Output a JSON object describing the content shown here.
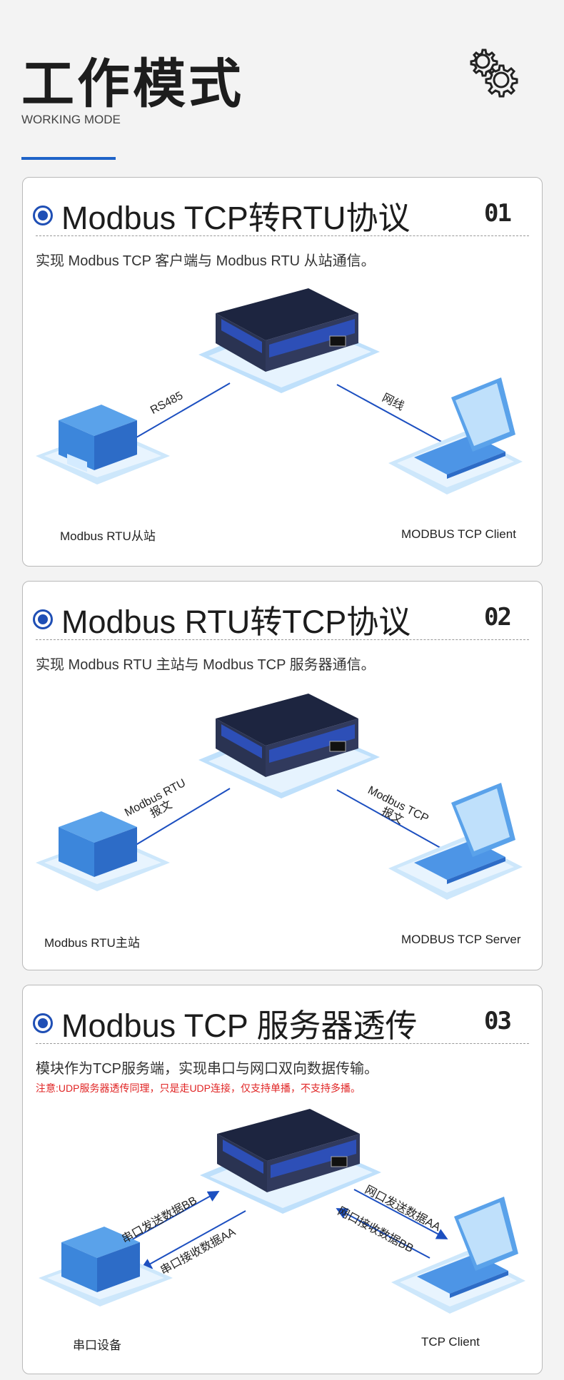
{
  "header": {
    "title": "工作模式",
    "subtitle": "WORKING MODE",
    "icon": "gears-icon"
  },
  "colors": {
    "accent": "#1e63c8",
    "bullet": "#1f4fb5",
    "note": "#e02424",
    "link": "#1c4fc0"
  },
  "modes": [
    {
      "title": "Modbus TCP转RTU协议",
      "number": "01",
      "description": "实现 Modbus TCP 客户端与 Modbus  RTU 从站通信。",
      "left_label": "Modbus RTU从站",
      "right_label": "MODBUS TCP Client",
      "left_link": "RS485",
      "right_link": "网线"
    },
    {
      "title": "Modbus RTU转TCP协议",
      "number": "02",
      "description": "实现 Modbus RTU 主站与 Modbus  TCP 服务器通信。",
      "left_label": "Modbus RTU主站",
      "right_label": "MODBUS TCP Server",
      "left_link_1": "Modbus RTU",
      "left_link_2": "报文",
      "right_link_1": "Modbus TCP",
      "right_link_2": "报文"
    },
    {
      "title": "Modbus TCP 服务器透传",
      "number": "03",
      "description": "模块作为TCP服务端，实现串口与网口双向数据传输。",
      "note": "注意:UDP服务器透传同理，只是走UDP连接，仅支持单播，不支持多播。",
      "left_label": "串口设备",
      "right_label": "TCP Client",
      "left_send": "串口发送数据BB",
      "left_recv": "串口接收数据AA",
      "right_send": "网口发送数据AA",
      "right_recv": "网口接收数据BB"
    }
  ]
}
